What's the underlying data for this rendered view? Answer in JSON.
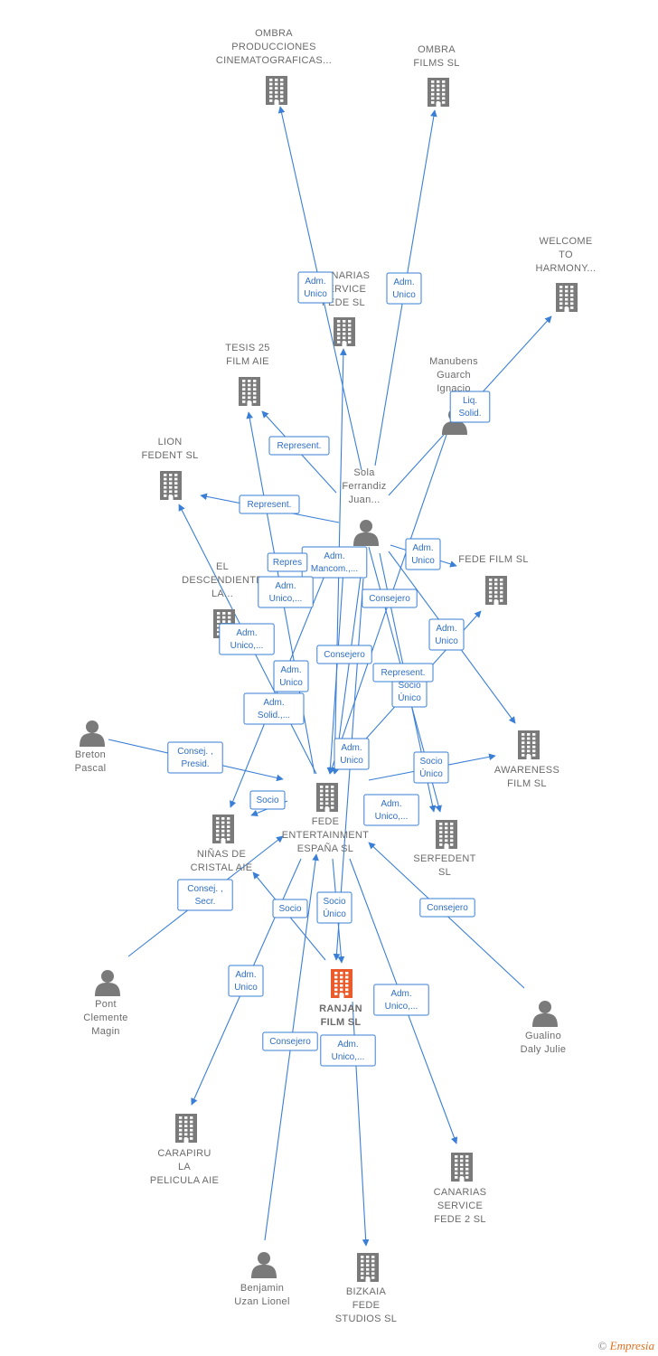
{
  "colors": {
    "node": "#7a7a7a",
    "focus": "#ea5a2a",
    "edge": "#3a7fd5"
  },
  "nodes": [
    {
      "id": "ombra_prod",
      "kind": "company",
      "label": [
        "OMBRA",
        "PRODUCCIONES",
        "CINEMATOGRAFICAS..."
      ]
    },
    {
      "id": "ombra_films",
      "kind": "company",
      "label": [
        "OMBRA",
        "FILMS SL"
      ]
    },
    {
      "id": "welcome",
      "kind": "company",
      "label": [
        "WELCOME",
        "TO",
        "HARMONY..."
      ]
    },
    {
      "id": "canarias1",
      "kind": "company",
      "label": [
        "CANARIAS",
        "SERVICE",
        "FEDE SL"
      ]
    },
    {
      "id": "tesis",
      "kind": "company",
      "label": [
        "TESIS 25",
        "FILM AIE"
      ]
    },
    {
      "id": "manubens",
      "kind": "person",
      "label": [
        "Manubens",
        "Guarch",
        "Ignacio"
      ]
    },
    {
      "id": "lion",
      "kind": "company",
      "label": [
        "LION",
        "FEDENT SL"
      ]
    },
    {
      "id": "sola",
      "kind": "person",
      "label": [
        "Sola",
        "Ferrandiz",
        "Juan..."
      ]
    },
    {
      "id": "fede_film",
      "kind": "company",
      "label": [
        "FEDE FILM SL"
      ]
    },
    {
      "id": "descendiente",
      "kind": "company",
      "label": [
        "EL",
        "DESCENDIENTE",
        "LA..."
      ]
    },
    {
      "id": "breton",
      "kind": "person",
      "label": [
        "Breton",
        "Pascal"
      ]
    },
    {
      "id": "awareness",
      "kind": "company",
      "label": [
        "AWARENESS",
        "FILM SL"
      ]
    },
    {
      "id": "fede_ent",
      "kind": "company",
      "label": [
        "FEDE",
        "ENTERTAINMENT",
        "ESPAÑA SL"
      ]
    },
    {
      "id": "ninas",
      "kind": "company",
      "label": [
        "NIÑAS DE",
        "CRISTAL AIE"
      ]
    },
    {
      "id": "serfedent",
      "kind": "company",
      "label": [
        "SERFEDENT",
        "SL"
      ]
    },
    {
      "id": "pont",
      "kind": "person",
      "label": [
        "Pont",
        "Clemente",
        "Magin"
      ]
    },
    {
      "id": "ranjan",
      "kind": "focus",
      "label": [
        "RANJAN",
        "FILM SL"
      ]
    },
    {
      "id": "gualino",
      "kind": "person",
      "label": [
        "Gualino",
        "Daly Julie"
      ]
    },
    {
      "id": "carapiru",
      "kind": "company",
      "label": [
        "CARAPIRU",
        "LA",
        "PELICULA AIE"
      ]
    },
    {
      "id": "canarias2",
      "kind": "company",
      "label": [
        "CANARIAS",
        "SERVICE",
        "FEDE 2 SL"
      ]
    },
    {
      "id": "benjamin",
      "kind": "person",
      "label": [
        "Benjamin",
        "Uzan Lionel"
      ]
    },
    {
      "id": "bizkaia",
      "kind": "company",
      "label": [
        "BIZKAIA",
        "FEDE",
        "STUDIOS SL"
      ]
    }
  ],
  "edges": [
    {
      "from": "sola",
      "to": "ombra_prod",
      "label": [
        "Adm.",
        "Unico"
      ]
    },
    {
      "from": "sola",
      "to": "ombra_films",
      "label": [
        "Adm.",
        "Unico"
      ]
    },
    {
      "from": "manubens",
      "to": "welcome",
      "label": [
        "Liq.",
        "Solid."
      ]
    },
    {
      "from": "sola",
      "to": "tesis",
      "label": [
        "Represent."
      ]
    },
    {
      "from": "sola",
      "to": "lion",
      "label": [
        "Represent."
      ]
    },
    {
      "from": "sola",
      "to": "fede_film",
      "label": [
        "Adm.",
        "Unico"
      ]
    },
    {
      "from": "sola",
      "to": "awareness",
      "label": [
        "Adm.",
        "Unico"
      ]
    },
    {
      "from": "sola",
      "to": "serfedent",
      "label": [
        "Socio",
        "Único"
      ]
    },
    {
      "from": "sola",
      "to": "fede_ent",
      "label": [
        "Adm.",
        "Mancom.,..."
      ]
    },
    {
      "from": "sola",
      "to": "fede_ent",
      "label": [
        "Consejero"
      ]
    },
    {
      "from": "sola",
      "to": "ninas",
      "label": [
        "Adm.",
        "Solid.,..."
      ]
    },
    {
      "from": "sola",
      "to": "tesis",
      "label": [
        "Repres"
      ]
    },
    {
      "from": "fede_ent",
      "to": "lion",
      "label": [
        "Adm.",
        "Unico,..."
      ]
    },
    {
      "from": "fede_ent",
      "to": "descendiente",
      "label": [
        "Adm.",
        "Unico,..."
      ]
    },
    {
      "from": "fede_ent",
      "to": "fede_film",
      "label": [
        "Represent."
      ]
    },
    {
      "from": "fede_ent",
      "to": "awareness",
      "label": [
        "Socio",
        "Único"
      ]
    },
    {
      "from": "fede_ent",
      "to": "ninas",
      "label": [
        "Socio"
      ]
    },
    {
      "from": "fede_ent",
      "to": "carapiru",
      "label": [
        "Adm.",
        "Unico"
      ]
    },
    {
      "from": "fede_ent",
      "to": "canarias2",
      "label": [
        "Adm.",
        "Unico,..."
      ]
    },
    {
      "from": "fede_ent",
      "to": "ranjan",
      "label": [
        "Socio",
        "Único"
      ]
    },
    {
      "from": "fede_ent",
      "to": "canarias1",
      "label": [
        "Consejero"
      ]
    },
    {
      "from": "manubens",
      "to": "fede_ent",
      "label": [
        "Adm.",
        "Unico"
      ]
    },
    {
      "from": "breton",
      "to": "fede_ent",
      "label": [
        "Consej. ,",
        "Presid."
      ]
    },
    {
      "from": "pont",
      "to": "fede_ent",
      "label": [
        "Consej. ,",
        "Secr."
      ]
    },
    {
      "from": "gualino",
      "to": "fede_ent",
      "label": [
        "Consejero"
      ]
    },
    {
      "from": "ranjan",
      "to": "ninas",
      "label": [
        "Socio"
      ]
    },
    {
      "from": "ranjan",
      "to": "bizkaia",
      "label": [
        "Adm.",
        "Unico,..."
      ]
    },
    {
      "from": "benjamin",
      "to": "fede_ent",
      "label": [
        "Consejero"
      ]
    },
    {
      "from": "sola",
      "to": "serfedent",
      "label": [
        "Adm.",
        "Unico,..."
      ]
    },
    {
      "from": "sola",
      "to": "ranjan",
      "label": [
        "Adm.",
        "Unico"
      ]
    }
  ],
  "footer": {
    "copyright": "©",
    "brand": "Empresia"
  }
}
